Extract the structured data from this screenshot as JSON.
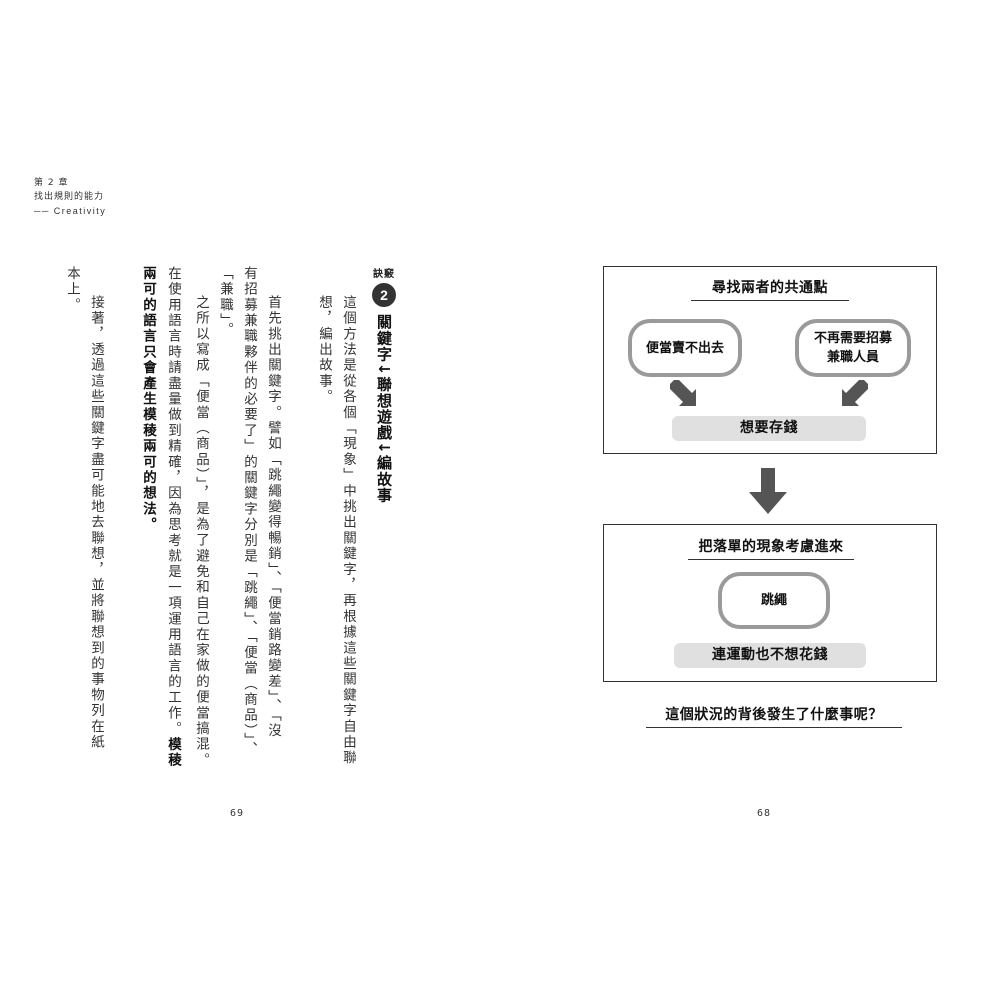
{
  "left_page": {
    "chapter_number": "第 2 章",
    "chapter_title": "找出規則的能力",
    "chapter_subtitle": "── Creativity",
    "tip_label": "訣竅",
    "tip_number": "2",
    "tip_title": "關鍵字↓聯想遊戲↓編故事",
    "col1": "這個方法是從各個「現象」中挑出關鍵字，再根據這些關鍵字自由聯",
    "col2": "想，編出故事。",
    "col3": "首先挑出關鍵字。譬如「跳繩變得暢銷」、「便當銷路變差」、「沒",
    "col4": "有招募兼職夥伴的必要了」的關鍵字分別是「跳繩」、「便當（商品）」、",
    "col5": "「兼職」。",
    "col6": "之所以寫成「便當（商品）」，是為了避免和自己在家做的便當搞混。",
    "col7a": "在使用語言時請盡量做到精確，因為思考就是一項運用語言的工作。",
    "col7b": "模稜",
    "col8": "兩可的語言只會產生模稜兩可的想法。",
    "col9": "接著，透過這些關鍵字盡可能地去聯想，並將聯想到的事物列在紙",
    "col10": "本上。",
    "page_number": "69"
  },
  "right_page": {
    "panel1": {
      "heading": "尋找兩者的共通點",
      "box_left": "便當賣不出去",
      "box_right_line1": "不再需要招募",
      "box_right_line2": "兼職人員",
      "result": "想要存錢"
    },
    "panel2": {
      "heading": "把落單的現象考慮進來",
      "box": "跳繩",
      "result": "連運動也不想花錢"
    },
    "question": "這個狀況的背後發生了什麼事呢？",
    "page_number": "68"
  },
  "colors": {
    "ink": "#222222",
    "box_border": "#9a9a9a",
    "bar_fill": "#e0e0e0",
    "arrow": "#555555"
  }
}
